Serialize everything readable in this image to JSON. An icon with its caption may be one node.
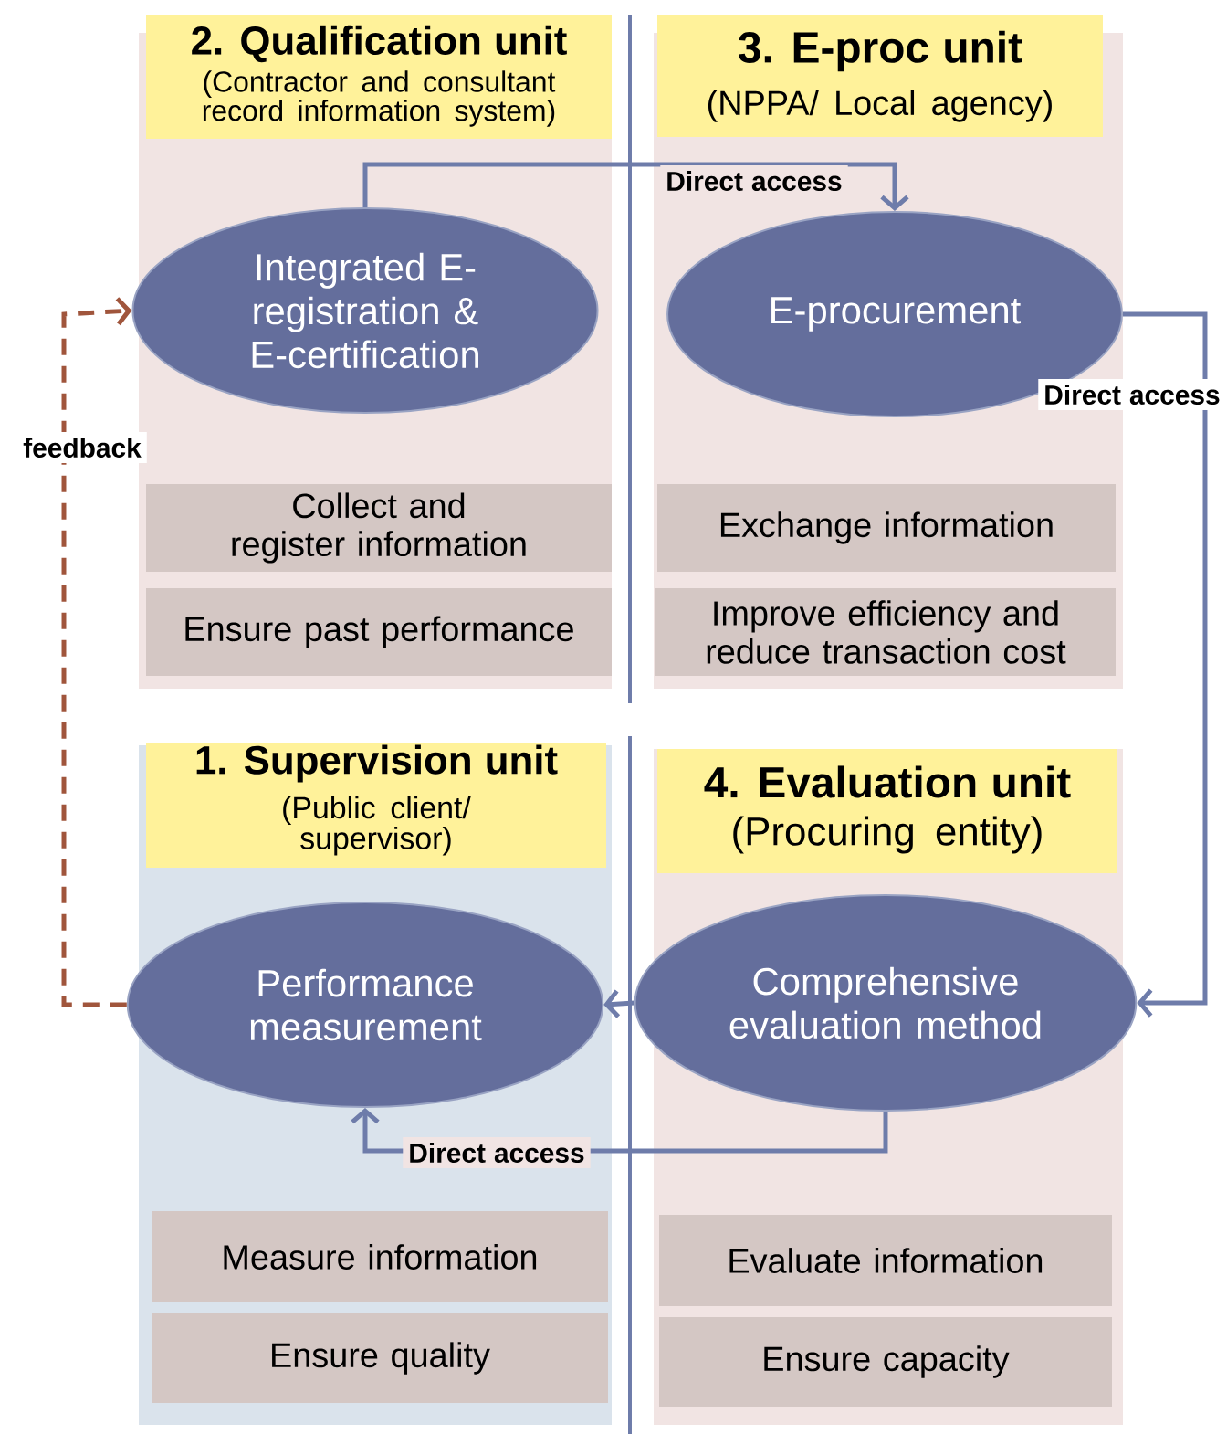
{
  "diagram": {
    "nodes": [
      {
        "text": [
          "2. Qualification unit",
          "(Contractor and consultant record information system)"
        ]
      },
      {
        "text": [
          "Integrated E-registration & E-certification"
        ],
        "in": 0
      },
      {
        "text": [
          "Collect and register information"
        ],
        "in": 0
      },
      {
        "text": [
          "Ensure past performance"
        ],
        "in": 0
      },
      {
        "text": [
          "3. E-proc unit",
          "(NPPA/ Local agency)"
        ]
      },
      {
        "text": [
          "E-procurement"
        ],
        "in": 4
      },
      {
        "text": [
          "Exchange information"
        ],
        "in": 4
      },
      {
        "text": [
          "Improve efficiency and reduce transaction cost"
        ],
        "in": 4
      },
      {
        "text": [
          "1. Supervision unit",
          "(Public client/ supervisor)"
        ]
      },
      {
        "text": [
          "Performance measurement"
        ],
        "in": 8
      },
      {
        "text": [
          "Measure information"
        ],
        "in": 8
      },
      {
        "text": [
          "Ensure quality"
        ],
        "in": 8
      },
      {
        "text": [
          "4. Evaluation unit",
          "(Procuring entity)"
        ]
      },
      {
        "text": [
          "Comprehensive evaluation method"
        ],
        "in": 12
      },
      {
        "text": [
          "Evaluate information"
        ],
        "in": 12
      },
      {
        "text": [
          "Ensure capacity"
        ],
        "in": 12
      }
    ],
    "edges": [
      {
        "from": 1,
        "to": 5,
        "arrow": "to",
        "label": "Direct access"
      },
      {
        "from": 5,
        "to": 13,
        "arrow": "to",
        "label": "Direct access"
      },
      {
        "from": 13,
        "to": 9,
        "arrow": "to"
      },
      {
        "from": 13,
        "to": 9,
        "arrow": "to",
        "label": "Direct access"
      },
      {
        "from": 9,
        "to": 1,
        "arrow": "to",
        "label": "feedback",
        "style": "dashed",
        "color": "#a0553c"
      }
    ]
  }
}
